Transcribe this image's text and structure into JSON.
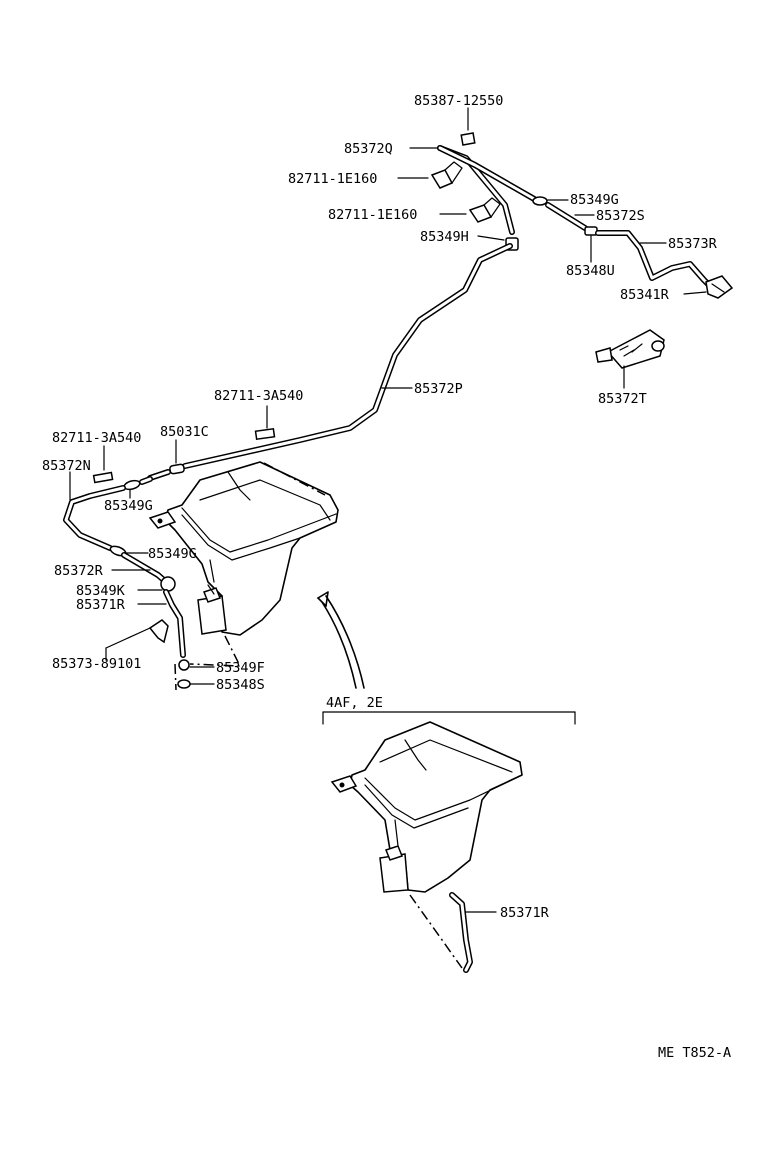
{
  "labels": {
    "p85387_12550": "85387-12550",
    "p85372Q": "85372Q",
    "p82711_1E160_a": "82711-1E160",
    "p85349G_top": "85349G",
    "p82711_1E160_b": "82711-1E160",
    "p85372S": "85372S",
    "p85349H": "85349H",
    "p85373R": "85373R",
    "p85348U": "85348U",
    "p85341R": "85341R",
    "p85372T": "85372T",
    "p85372P": "85372P",
    "p82711_3A540_a": "82711-3A540",
    "p85031C": "85031C",
    "p82711_3A540_b": "82711-3A540",
    "p85372N": "85372N",
    "p85349G_left": "85349G",
    "p85349G_mid": "85349G",
    "p85372R": "85372R",
    "p85349K": "85349K",
    "p85371R_a": "85371R",
    "p85373_89101": "85373-89101",
    "p85349F": "85349F",
    "p85348S": "85348S",
    "variant": "4AF, 2E",
    "p85371R_b": "85371R",
    "code": "ME T852-A"
  }
}
